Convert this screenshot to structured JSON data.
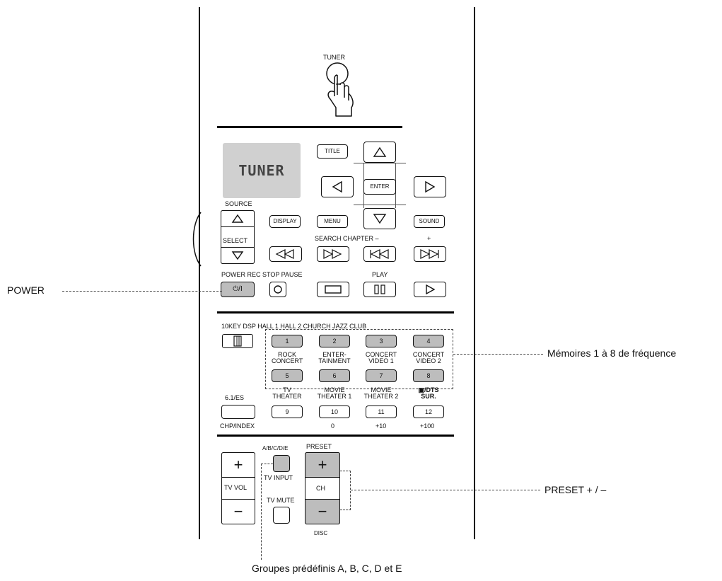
{
  "labels": {
    "tuner": "TUNER",
    "source": "SOURCE",
    "select": "SELECT",
    "search_chapter": "SEARCH CHAPTER –",
    "plus": "+",
    "power_rec_stop_pause": "POWER REC STOP PAUSE",
    "play": "PLAY",
    "key_dsp_header": "10KEY DSP HALL 1 HALL 2 CHURCH JAZZ CLUB",
    "rock_concert": "ROCK\nCONCERT",
    "entertainment": "ENTER-\nTAINMENT",
    "concert_video1": "CONCERT\nVIDEO 1",
    "concert_video2": "CONCERT\nVIDEO 2",
    "six_es": "6.1/ES",
    "tv_theater": "TV\nTHEATER",
    "movie_theater1": "MOVIE\nTHEATER 1",
    "movie_theater2": "MOVIE\nTHEATER 2",
    "dts_sur": "▣/DTS\nSUR.",
    "chp_index": "CHP/INDEX",
    "zero": "0",
    "plus10": "+10",
    "plus100": "+100",
    "abcde": "A/B/C/D/E",
    "preset": "PRESET",
    "tv_input": "TV INPUT",
    "tv_vol": "TV VOL",
    "tv_mute": "TV MUTE",
    "ch": "CH",
    "disc": "DISC"
  },
  "display": {
    "text": "TUNER"
  },
  "buttons": {
    "title": "TITLE",
    "enter": "ENTER",
    "display": "DISPLAY",
    "menu": "MENU",
    "sound": "SOUND",
    "power": "⏻/I",
    "num": [
      "1",
      "2",
      "3",
      "4",
      "5",
      "6",
      "7",
      "8",
      "9",
      "10",
      "11",
      "12"
    ],
    "plus": "+",
    "minus": "−"
  },
  "callouts": {
    "power": "POWER",
    "memories": "Mémoires 1 à 8 de fréquence",
    "preset": "PRESET + / –",
    "groups": "Groupes prédéfinis A, B, C, D et E"
  }
}
